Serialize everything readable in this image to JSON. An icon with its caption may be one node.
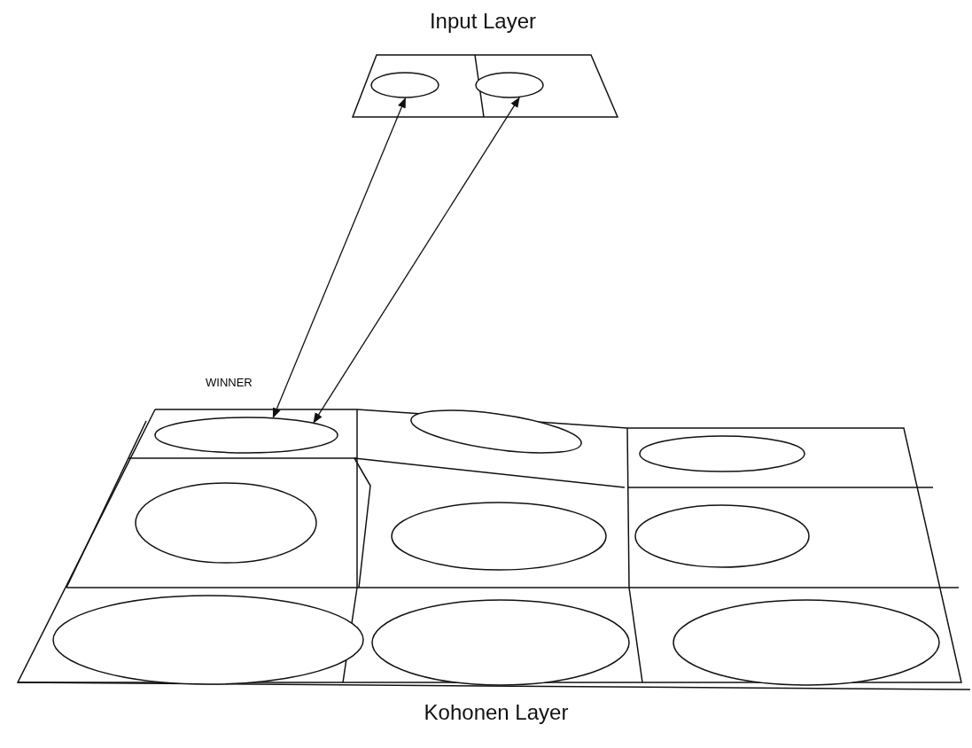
{
  "diagram": {
    "nodes": [
      {
        "text": [
          "Input Layer"
        ]
      },
      {
        "text": [],
        "shape": "circle",
        "in": 0
      },
      {
        "text": [],
        "shape": "circle",
        "in": 0
      },
      {
        "text": [
          "Kohonen Layer"
        ]
      },
      {
        "text": [],
        "shape": "circle",
        "in": 3
      },
      {
        "text": [],
        "shape": "circle",
        "in": 3
      },
      {
        "text": [],
        "shape": "circle",
        "in": 3
      },
      {
        "text": [],
        "shape": "circle",
        "in": 3
      },
      {
        "text": [],
        "shape": "circle",
        "in": 3
      },
      {
        "text": [],
        "shape": "circle",
        "in": 3
      },
      {
        "text": [],
        "shape": "circle",
        "in": 3
      },
      {
        "text": [],
        "shape": "circle",
        "in": 3
      },
      {
        "text": [],
        "shape": "circle",
        "in": 3
      }
    ],
    "edges": [
      {
        "from": 1,
        "to": 4,
        "arrow": "both"
      },
      {
        "from": 2,
        "to": 4,
        "arrow": "both"
      }
    ],
    "labels": [
      "WINNER"
    ]
  }
}
